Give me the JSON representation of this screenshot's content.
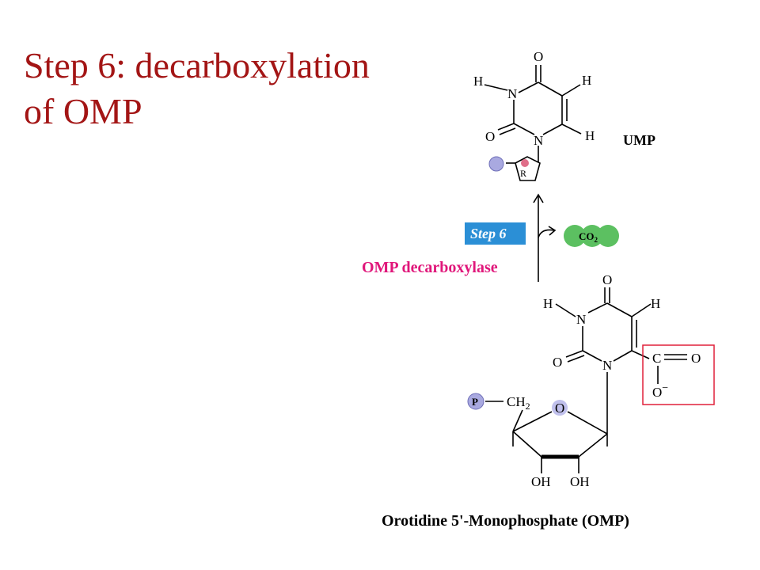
{
  "title": {
    "line1": "Step 6: decarboxylation",
    "line2": "of OMP"
  },
  "colors": {
    "title": "#a31515",
    "step_badge": "#2b8fd6",
    "enzyme": "#e0167a",
    "co2": "#5cc061",
    "highlight_box": "#e0203a",
    "phosphate": "#a9a9e0",
    "ring_o": "#c0c0ec"
  },
  "ump": {
    "label": "UMP",
    "atoms": {
      "o_top": "O",
      "h_n3": "H",
      "n3": "N",
      "h_c5": "H",
      "o_c2": "O",
      "n1": "N",
      "h_c6": "H",
      "ribose": "R"
    }
  },
  "reaction": {
    "step_label": "Step 6",
    "enzyme": "OMP decarboxylase",
    "co2": "CO",
    "co2_sub": "2"
  },
  "omp": {
    "label": "Orotidine 5'-Monophosphate (OMP)",
    "atoms": {
      "o_top": "O",
      "h_n3": "H",
      "n3": "N",
      "h_c5": "H",
      "o_c2": "O",
      "n1": "N",
      "carboxyl_c": "C",
      "carboxyl_o": "O",
      "carboxyl_ominus": "O",
      "minus": "−",
      "phosphate": "P",
      "ch2": "CH",
      "ch2_sub": "2",
      "ring_o": "O",
      "oh1": "OH",
      "oh2": "OH"
    }
  }
}
